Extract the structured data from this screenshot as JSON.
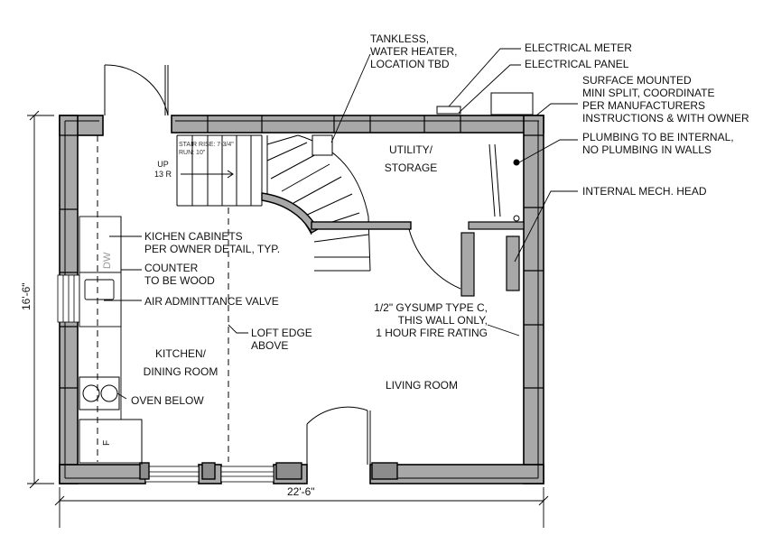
{
  "notes": {
    "tankless": [
      "TANKLESS,",
      "WATER HEATER,",
      "LOCATION TBD"
    ],
    "electrical_meter": "ELECTRICAL METER",
    "electrical_panel": "ELECTRICAL PANEL",
    "mini_split": [
      "SURFACE MOUNTED",
      "MINI SPLIT, COORDINATE",
      "PER MANUFACTURERS",
      "INSTRUCTIONS & WITH OWNER"
    ],
    "plumbing": [
      "PLUMBING TO BE INTERNAL,",
      "NO PLUMBING IN WALLS"
    ],
    "mech_head": "INTERNAL MECH. HEAD",
    "kitchen_cabinets": [
      "KICHEN CABINETS",
      "PER OWNER DETAIL, TYP."
    ],
    "counter": [
      "COUNTER",
      "TO BE WOOD"
    ],
    "air_valve": "AIR ADMINTTANCE VALVE",
    "loft_edge": [
      "LOFT EDGE",
      "ABOVE"
    ],
    "gypsum": [
      "1/2\" GYSUMP TYPE C,",
      "THIS WALL ONLY,",
      "1 HOUR FIRE RATING"
    ],
    "oven": "OVEN BELOW"
  },
  "rooms": {
    "utility": [
      "UTILITY/",
      "STORAGE"
    ],
    "kitchen": [
      "KITCHEN/",
      "DINING ROOM"
    ],
    "living": "LIVING ROOM"
  },
  "stair": {
    "rise": "STAIR RISE: 7-3/4\"",
    "run": "RUN: 10\"",
    "up": "UP",
    "risers": "13 R"
  },
  "appliances": {
    "dishwasher": "DW",
    "fridge": "F"
  },
  "dimensions": {
    "width": "22'-6\"",
    "depth": "16'-6\""
  }
}
